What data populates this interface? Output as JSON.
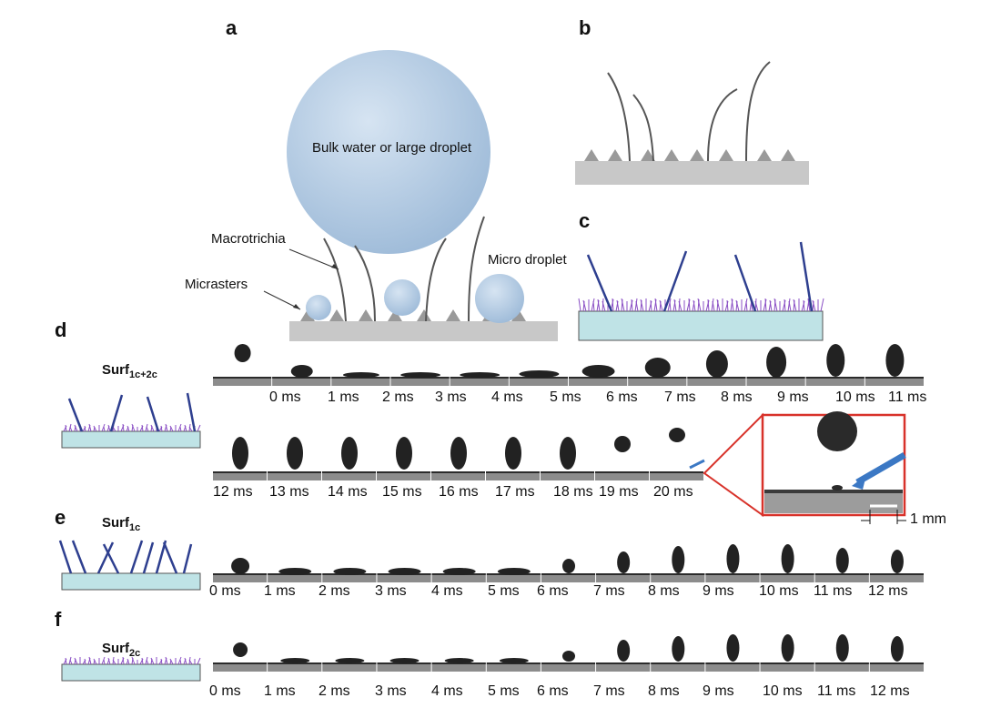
{
  "panels": {
    "a": {
      "letter": "a",
      "bulk_label": "Bulk water or large droplet",
      "macrotrichia_label": "Macrotrichia",
      "micrasters_label": "Micrasters",
      "micro_droplet_label": "Micro droplet"
    },
    "b": {
      "letter": "b"
    },
    "c": {
      "letter": "c"
    },
    "d": {
      "letter": "d",
      "surface": "Surf",
      "surface_sub": "1c+2c",
      "row1_times": [
        "0 ms",
        "1 ms",
        "2 ms",
        "3 ms",
        "4 ms",
        "5 ms",
        "6 ms",
        "7 ms",
        "8 ms",
        "9 ms",
        "10 ms",
        "11 ms"
      ],
      "row2_times": [
        "12 ms",
        "13 ms",
        "14 ms",
        "15 ms",
        "16 ms",
        "17 ms",
        "18 ms",
        "19 ms",
        "20 ms"
      ],
      "scale_label": "1 mm"
    },
    "e": {
      "letter": "e",
      "surface": "Surf",
      "surface_sub": "1c",
      "times": [
        "0 ms",
        "1 ms",
        "2 ms",
        "3 ms",
        "4 ms",
        "5 ms",
        "6 ms",
        "7 ms",
        "8 ms",
        "9 ms",
        "10 ms",
        "11 ms",
        "12 ms"
      ]
    },
    "f": {
      "letter": "f",
      "surface": "Surf",
      "surface_sub": "2c",
      "times": [
        "0 ms",
        "1 ms",
        "2 ms",
        "3 ms",
        "4 ms",
        "5 ms",
        "6 ms",
        "7 ms",
        "8 ms",
        "9 ms",
        "10 ms",
        "11 ms",
        "12 ms"
      ]
    }
  },
  "colors": {
    "droplet": "#b8cfe6",
    "substrate": "#c8c8c8",
    "coated_substrate": "#bfe3e6",
    "fibers": "#2e3f8f",
    "nanohair": "#8a4fc4",
    "callout": "#d8322a",
    "arrow": "#3b78c4"
  }
}
